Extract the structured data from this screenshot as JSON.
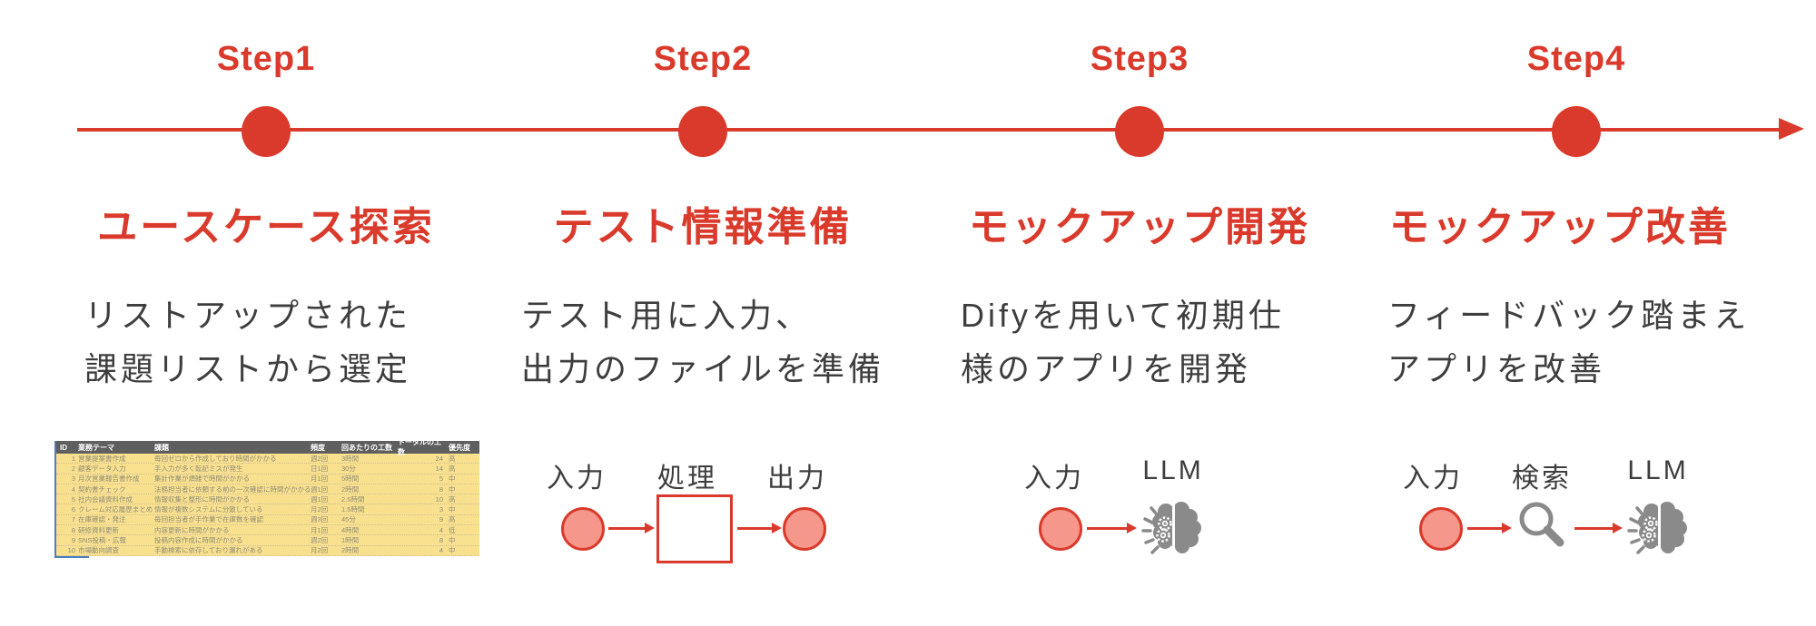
{
  "colors": {
    "accent_red": "#d93a2b",
    "body_text": "#3e3e3e",
    "icon_gray": "#8a8a8a",
    "node_pink_fill": "#f6978b",
    "table_row_yellow": "#f9e08f",
    "table_header_gray": "#5f5f5f",
    "table_selection_blue": "#4d7ebf"
  },
  "steps": [
    {
      "label": "Step1",
      "title": "ユースケース探索",
      "desc": [
        "リストアップされた",
        "課題リストから選定"
      ]
    },
    {
      "label": "Step2",
      "title": "テスト情報準備",
      "desc": [
        "テスト用に入力、",
        "出力のファイルを準備"
      ]
    },
    {
      "label": "Step3",
      "title": "モックアップ開発",
      "desc": [
        "Difyを用いて初期仕",
        "様のアプリを開発"
      ]
    },
    {
      "label": "Step4",
      "title": "モックアップ改善",
      "desc": [
        "フィードバック踏まえ",
        "アプリを改善"
      ]
    }
  ],
  "diagrams": {
    "step2": {
      "input_label": "入力",
      "process_label": "処理",
      "output_label": "出力"
    },
    "step3": {
      "input_label": "入力",
      "llm_label": "LLM"
    },
    "step4": {
      "input_label": "入力",
      "search_label": "検索",
      "llm_label": "LLM"
    }
  },
  "table": {
    "headers": [
      "ID",
      "業務テーマ",
      "課題",
      "頻度",
      "回あたりの工数",
      "トータルの工数",
      "優先度"
    ],
    "rows": [
      {
        "id": "1",
        "theme": "営業提案書作成",
        "issue": "毎回ゼロから作成しており時間がかかる",
        "freq": "週2回",
        "per": "3時間",
        "total": "24",
        "pri": "高"
      },
      {
        "id": "2",
        "theme": "顧客データ入力",
        "issue": "手入力が多く転記ミスが発生",
        "freq": "日1回",
        "per": "30分",
        "total": "14",
        "pri": "高"
      },
      {
        "id": "3",
        "theme": "月次営業報告書作成",
        "issue": "集計作業が煩雑で時間がかかる",
        "freq": "月1回",
        "per": "5時間",
        "total": "5",
        "pri": "中"
      },
      {
        "id": "4",
        "theme": "契約書チェック",
        "issue": "法務担当者に依頼する前の一次確認に時間がかかる",
        "freq": "週1回",
        "per": "2時間",
        "total": "8",
        "pri": "中"
      },
      {
        "id": "5",
        "theme": "社内会議資料作成",
        "issue": "情報収集と整形に時間がかかる",
        "freq": "週1回",
        "per": "2.5時間",
        "total": "10",
        "pri": "高"
      },
      {
        "id": "6",
        "theme": "クレーム対応履歴まとめ",
        "issue": "情報が複数システムに分散している",
        "freq": "月2回",
        "per": "1.5時間",
        "total": "3",
        "pri": "中"
      },
      {
        "id": "7",
        "theme": "在庫確認・発注",
        "issue": "毎回担当者が手作業で在庫数を確認",
        "freq": "週3回",
        "per": "45分",
        "total": "9",
        "pri": "高"
      },
      {
        "id": "8",
        "theme": "研修資料更新",
        "issue": "内容更新に時間がかかる",
        "freq": "月1回",
        "per": "4時間",
        "total": "4",
        "pri": "低"
      },
      {
        "id": "9",
        "theme": "SNS投稿・広報",
        "issue": "投稿内容作成に時間がかかる",
        "freq": "週2回",
        "per": "1時間",
        "total": "8",
        "pri": "中"
      },
      {
        "id": "10",
        "theme": "市場動向調査",
        "issue": "手動検索に依存しており漏れがある",
        "freq": "月2回",
        "per": "2時間",
        "total": "4",
        "pri": "中"
      }
    ]
  }
}
